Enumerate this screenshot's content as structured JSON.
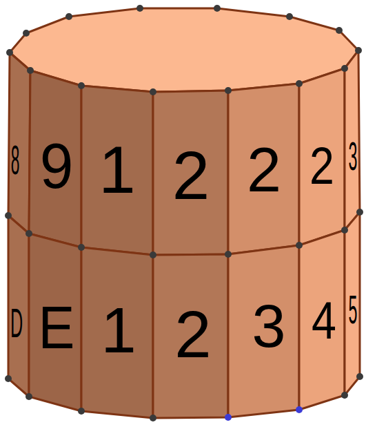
{
  "diagram": {
    "labels": [
      "8",
      "9",
      "1",
      "2",
      "2",
      "2",
      "3",
      "D",
      "E",
      "1",
      "2",
      "3",
      "4",
      "5"
    ]
  }
}
